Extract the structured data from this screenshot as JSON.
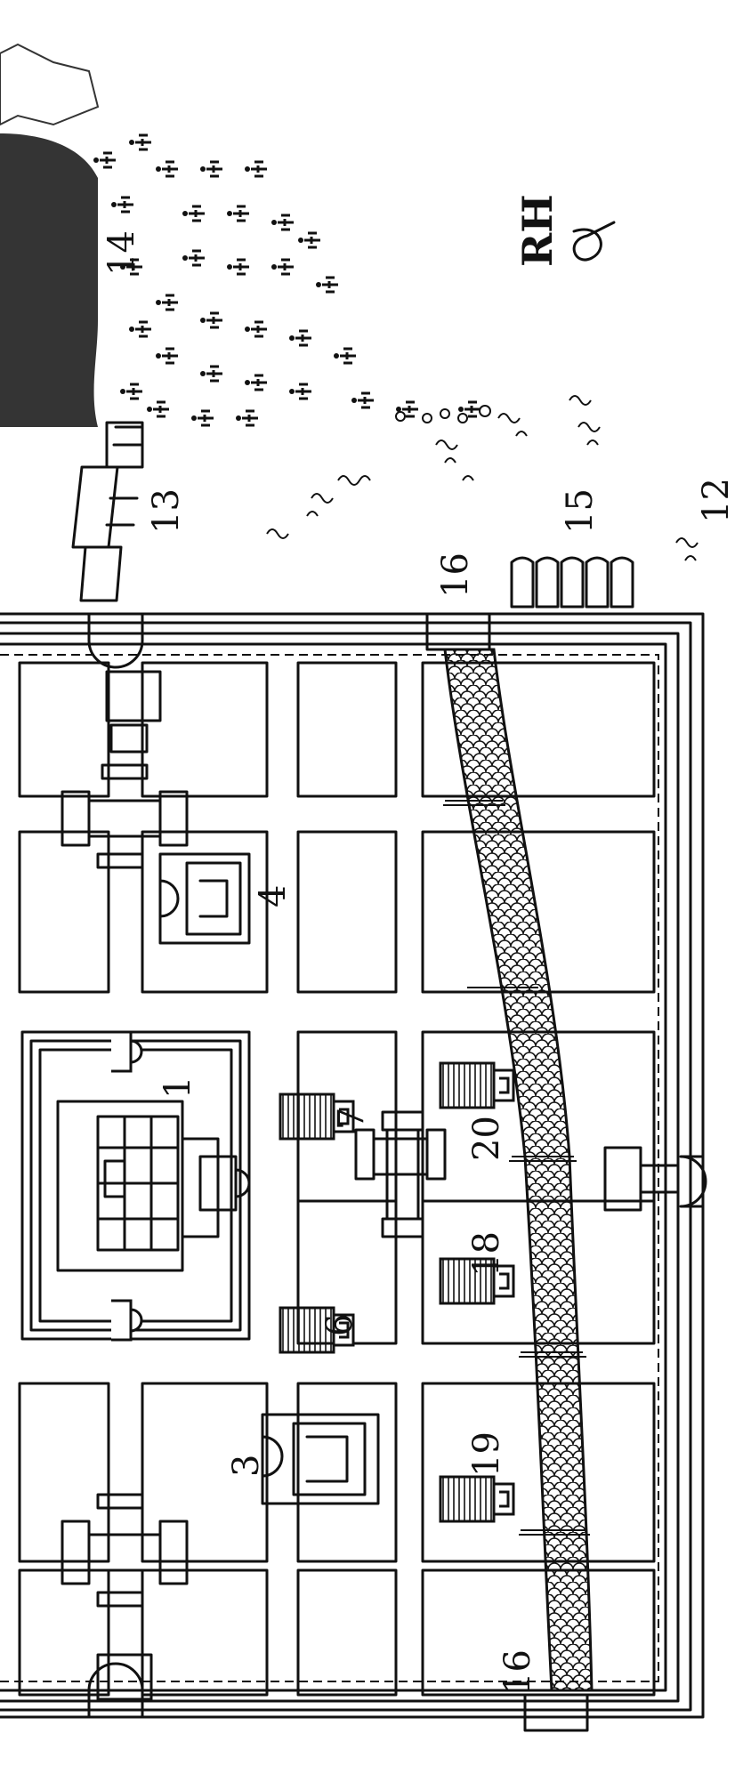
{
  "labels": {
    "l1": "1",
    "l3": "3",
    "l4": "4",
    "l6": "6",
    "l7": "7",
    "l12": "12",
    "l13": "13",
    "l14": "14",
    "l15": "15",
    "l16a": "16",
    "l16b": "16",
    "l18": "18",
    "l19": "19",
    "l20": "20"
  },
  "monogram": "RH",
  "colors": {
    "ink": "#111111",
    "paper": "#ffffff"
  },
  "icons": [
    "tree-icon",
    "building-icon",
    "gate-icon",
    "bridge-icon",
    "boat-icon",
    "wave-icon"
  ]
}
